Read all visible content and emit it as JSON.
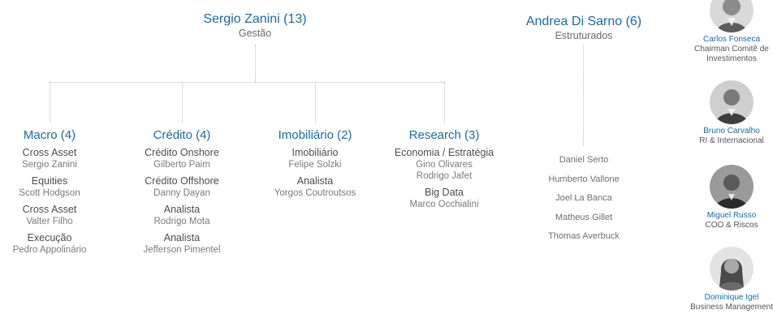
{
  "head": {
    "name": "Sergio Zanini (13)",
    "sub": "Gestão"
  },
  "structured": {
    "name": "Andrea Di Sarno (6)",
    "sub": "Estruturados",
    "people": [
      "Daniel Serto",
      "Humberto Vallone",
      "Joel La Banca",
      "Matheus Gillet",
      "Thomas Averbuck"
    ]
  },
  "columns": [
    {
      "title": "Macro (4)",
      "entries": [
        {
          "role": "Cross Asset",
          "person": "Sergio Zanini"
        },
        {
          "role": "Equities",
          "person": "Scott Hodgson"
        },
        {
          "role": "Cross Asset",
          "person": "Valter Filho"
        },
        {
          "role": "Execução",
          "person": "Pedro Appolinário"
        }
      ]
    },
    {
      "title": "Crédito (4)",
      "entries": [
        {
          "role": "Crédito Onshore",
          "person": "Gilberto Paim"
        },
        {
          "role": "Crédito Offshore",
          "person": "Danny Dayan"
        },
        {
          "role": "Analista",
          "person": "Rodrigo Mota"
        },
        {
          "role": "Analista",
          "person": "Jefferson Pimentel"
        }
      ]
    },
    {
      "title": "Imobiliário (2)",
      "entries": [
        {
          "role": "Imobiliário",
          "person": "Felipe Solzki"
        },
        {
          "role": "Analista",
          "person": "Yorgos Coutroutsos"
        }
      ]
    },
    {
      "title": "Research (3)",
      "entries": [
        {
          "role": "Economia / Estratégia",
          "person": "Gino Olivares"
        },
        {
          "role": "",
          "person": "Rodrigo Jafet"
        },
        {
          "role": "Big Data",
          "person": "Marco Occhialini"
        }
      ]
    }
  ],
  "executives": [
    {
      "name": "Carlos Fonseca",
      "role": "Chairman Comitê de Investimentos"
    },
    {
      "name": "Bruno Carvalho",
      "role": "RI & Internacional"
    },
    {
      "name": "Miguel Russo",
      "role": "COO & Riscos"
    },
    {
      "name": "Dominique Igel",
      "role": "Business Management"
    }
  ],
  "colors": {
    "accent": "#1a6aa8",
    "connector": "#bdbdbd"
  }
}
